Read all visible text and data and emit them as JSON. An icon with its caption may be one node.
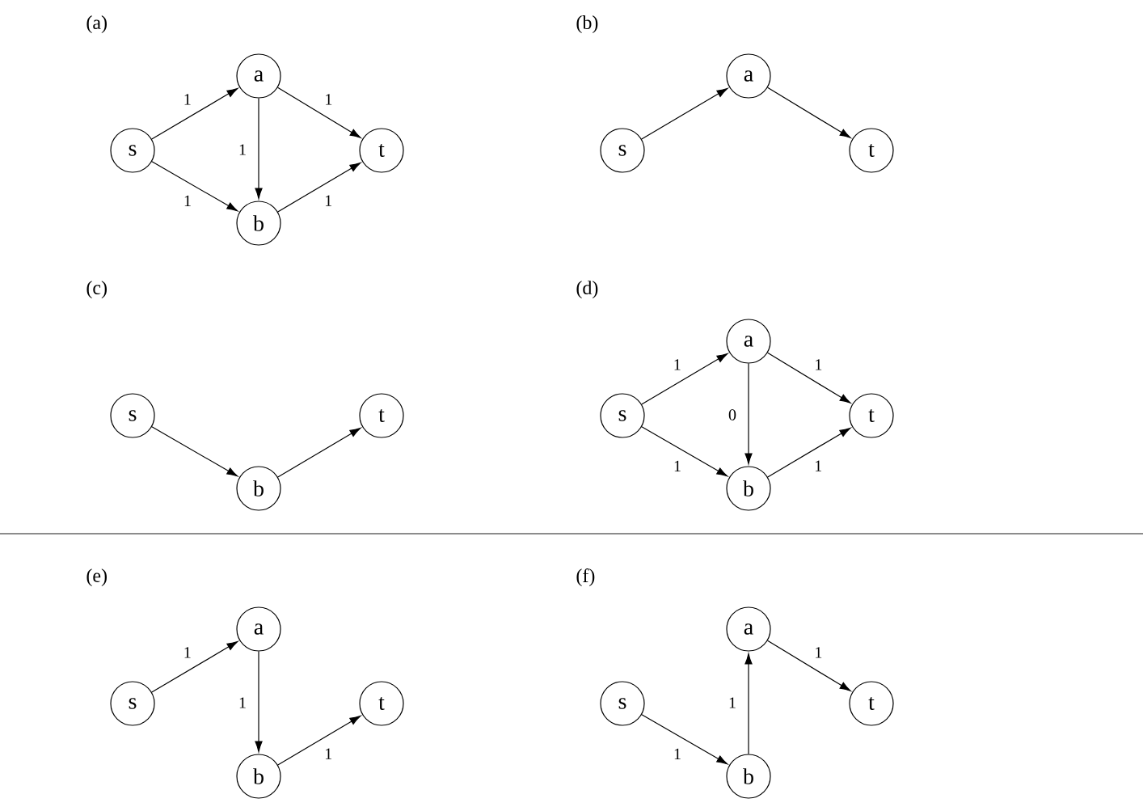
{
  "diagram": {
    "nodes": [
      {
        "text": [
          "a"
        ]
      },
      {
        "text": [
          "s"
        ]
      },
      {
        "text": [
          "t"
        ]
      },
      {
        "text": [
          "b"
        ]
      },
      {
        "text": [
          "a"
        ]
      },
      {
        "text": [
          "s"
        ]
      },
      {
        "text": [
          "t"
        ]
      },
      {
        "text": [
          "s"
        ]
      },
      {
        "text": [
          "t"
        ]
      },
      {
        "text": [
          "b"
        ]
      },
      {
        "text": [
          "a"
        ]
      },
      {
        "text": [
          "s"
        ]
      },
      {
        "text": [
          "t"
        ]
      },
      {
        "text": [
          "b"
        ]
      },
      {
        "text": [
          "a"
        ]
      },
      {
        "text": [
          "s"
        ]
      },
      {
        "text": [
          "t"
        ]
      },
      {
        "text": [
          "b"
        ]
      },
      {
        "text": [
          "a"
        ]
      },
      {
        "text": [
          "s"
        ]
      },
      {
        "text": [
          "t"
        ]
      },
      {
        "text": [
          "b"
        ]
      }
    ],
    "edges": [
      {
        "from": 1,
        "to": 0,
        "arrow": "to",
        "label": "1"
      },
      {
        "from": 0,
        "to": 2,
        "arrow": "to",
        "label": "1"
      },
      {
        "from": 0,
        "to": 3,
        "arrow": "to",
        "label": "1"
      },
      {
        "from": 1,
        "to": 3,
        "arrow": "to",
        "label": "1"
      },
      {
        "from": 3,
        "to": 2,
        "arrow": "to",
        "label": "1"
      },
      {
        "from": 5,
        "to": 4,
        "arrow": "to"
      },
      {
        "from": 4,
        "to": 6,
        "arrow": "to"
      },
      {
        "from": 7,
        "to": 9,
        "arrow": "to"
      },
      {
        "from": 9,
        "to": 8,
        "arrow": "to"
      },
      {
        "from": 11,
        "to": 10,
        "arrow": "to",
        "label": "1"
      },
      {
        "from": 10,
        "to": 12,
        "arrow": "to",
        "label": "1"
      },
      {
        "from": 10,
        "to": 13,
        "arrow": "to",
        "label": "0"
      },
      {
        "from": 11,
        "to": 13,
        "arrow": "to",
        "label": "1"
      },
      {
        "from": 13,
        "to": 12,
        "arrow": "to",
        "label": "1"
      },
      {
        "from": 15,
        "to": 14,
        "arrow": "to",
        "label": "1"
      },
      {
        "from": 14,
        "to": 17,
        "arrow": "to",
        "label": "1"
      },
      {
        "from": 17,
        "to": 16,
        "arrow": "to",
        "label": "1"
      },
      {
        "from": 19,
        "to": 21,
        "arrow": "to",
        "label": "1"
      },
      {
        "from": 21,
        "to": 18,
        "arrow": "to",
        "label": "1"
      },
      {
        "from": 18,
        "to": 20,
        "arrow": "to",
        "label": "1"
      }
    ],
    "labels": [
      "(a)",
      "(b)",
      "(c)",
      "(d)",
      "(e)",
      "(f)"
    ]
  }
}
